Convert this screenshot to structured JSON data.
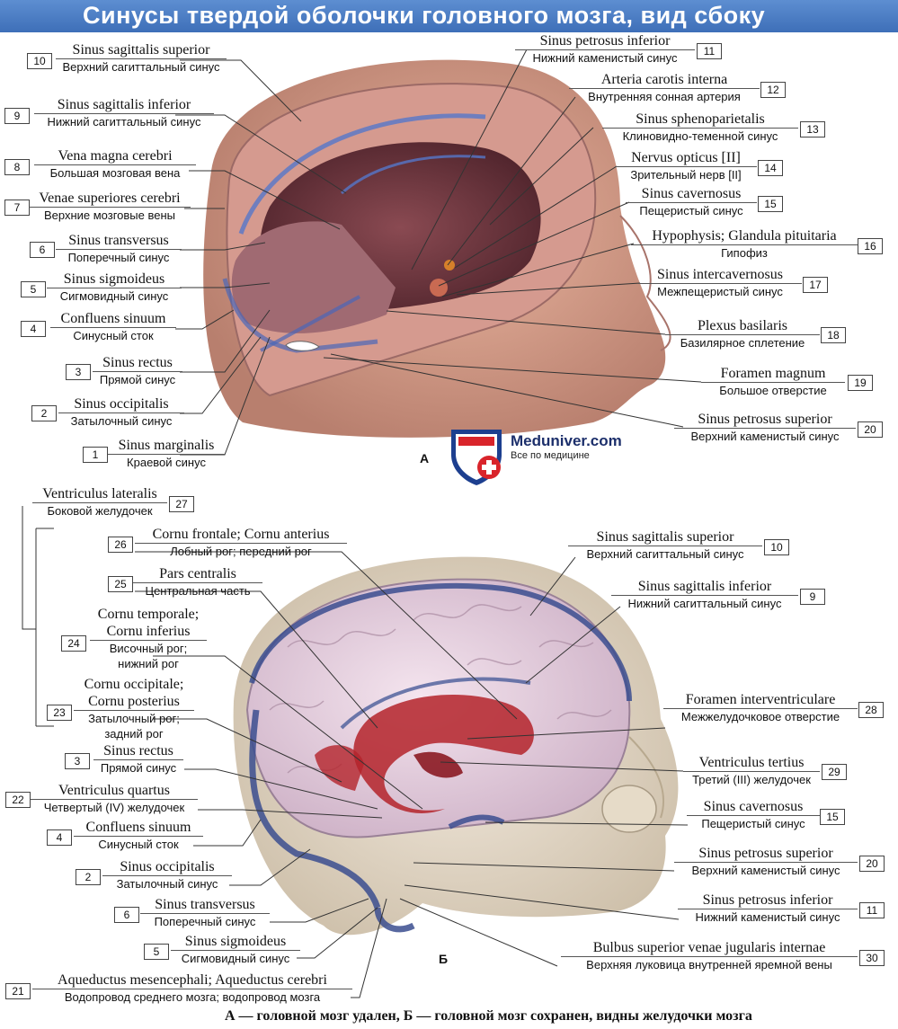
{
  "title": "Синусы твердой оболочки головного мозга, вид сбоку",
  "panel_a_letter": "А",
  "panel_b_letter": "Б",
  "caption": "А — головной мозг удален, Б — головной мозг сохранен, видны желудочки мозга",
  "logo": {
    "name": "Meduniver.com",
    "tagline": "Все по медицине"
  },
  "panel_a_labels": [
    {
      "num": "10",
      "latin": "Sinus sagittalis superior",
      "russian": "Верхний сагиттальный синус"
    },
    {
      "num": "9",
      "latin": "Sinus sagittalis inferior",
      "russian": "Нижний сагиттальный синус"
    },
    {
      "num": "8",
      "latin": "Vena magna cerebri",
      "russian": "Большая мозговая вена"
    },
    {
      "num": "7",
      "latin": "Venae superiores cerebri",
      "russian": "Верхние мозговые вены"
    },
    {
      "num": "6",
      "latin": "Sinus transversus",
      "russian": "Поперечный синус"
    },
    {
      "num": "5",
      "latin": "Sinus sigmoideus",
      "russian": "Сигмовидный синус"
    },
    {
      "num": "4",
      "latin": "Confluens sinuum",
      "russian": "Синусный сток"
    },
    {
      "num": "3",
      "latin": "Sinus rectus",
      "russian": "Прямой синус"
    },
    {
      "num": "2",
      "latin": "Sinus occipitalis",
      "russian": "Затылочный синус"
    },
    {
      "num": "1",
      "latin": "Sinus marginalis",
      "russian": "Краевой синус"
    },
    {
      "num": "11",
      "latin": "Sinus petrosus inferior",
      "russian": "Нижний каменистый синус"
    },
    {
      "num": "12",
      "latin": "Arteria carotis interna",
      "russian": "Внутренняя сонная артерия"
    },
    {
      "num": "13",
      "latin": "Sinus sphenoparietalis",
      "russian": "Клиновидно-теменной синус"
    },
    {
      "num": "14",
      "latin": "Nervus opticus [II]",
      "russian": "Зрительный нерв [II]"
    },
    {
      "num": "15",
      "latin": "Sinus cavernosus",
      "russian": "Пещеристый синус"
    },
    {
      "num": "16",
      "latin": "Hypophysis; Glandula pituitaria",
      "russian": "Гипофиз"
    },
    {
      "num": "17",
      "latin": "Sinus intercavernosus",
      "russian": "Межпещеристый синус"
    },
    {
      "num": "18",
      "latin": "Plexus basilaris",
      "russian": "Базилярное сплетение"
    },
    {
      "num": "19",
      "latin": "Foramen magnum",
      "russian": "Большое отверстие"
    },
    {
      "num": "20",
      "latin": "Sinus petrosus superior",
      "russian": "Верхний каменистый синус"
    }
  ],
  "panel_b_labels": [
    {
      "num": "27",
      "latin": "Ventriculus lateralis",
      "russian": "Боковой желудочек"
    },
    {
      "num": "26",
      "latin": "Cornu frontale; Cornu anterius",
      "russian": "Лобный рог; передний рог"
    },
    {
      "num": "25",
      "latin": "Pars centralis",
      "russian": "Центральная часть"
    },
    {
      "num": "24",
      "latin1": "Cornu temporale;",
      "latin2": "Cornu inferius",
      "russian1": "Височный рог;",
      "russian2": "нижний рог"
    },
    {
      "num": "23",
      "latin1": "Cornu occipitale;",
      "latin2": "Cornu posterius",
      "russian1": "Затылочный рог;",
      "russian2": "задний рог"
    },
    {
      "num": "3",
      "latin": "Sinus rectus",
      "russian": "Прямой синус"
    },
    {
      "num": "22",
      "latin": "Ventriculus quartus",
      "russian": "Четвертый (IV) желудочек"
    },
    {
      "num": "4",
      "latin": "Confluens sinuum",
      "russian": "Синусный сток"
    },
    {
      "num": "2",
      "latin": "Sinus occipitalis",
      "russian": "Затылочный синус"
    },
    {
      "num": "6",
      "latin": "Sinus transversus",
      "russian": "Поперечный синус"
    },
    {
      "num": "5",
      "latin": "Sinus sigmoideus",
      "russian": "Сигмовидный синус"
    },
    {
      "num": "21",
      "latin": "Aqueductus mesencephali; Aqueductus cerebri",
      "russian": "Водопровод среднего мозга; водопровод мозга"
    },
    {
      "num": "10",
      "latin": "Sinus sagittalis superior",
      "russian": "Верхний сагиттальный синус"
    },
    {
      "num": "9",
      "latin": "Sinus sagittalis inferior",
      "russian": "Нижний сагиттальный синус"
    },
    {
      "num": "28",
      "latin": "Foramen interventriculare",
      "russian": "Межжелудочковое отверстие"
    },
    {
      "num": "29",
      "latin": "Ventriculus tertius",
      "russian": "Третий (III) желудочек"
    },
    {
      "num": "15",
      "latin": "Sinus cavernosus",
      "russian": "Пещеристый синус"
    },
    {
      "num": "20",
      "latin": "Sinus petrosus superior",
      "russian": "Верхний каменистый синус"
    },
    {
      "num": "11",
      "latin": "Sinus petrosus inferior",
      "russian": "Нижний каменистый синус"
    },
    {
      "num": "30",
      "latin": "Bulbus superior venae jugularis internae",
      "russian": "Верхняя луковица внутренней яремной вены"
    }
  ]
}
